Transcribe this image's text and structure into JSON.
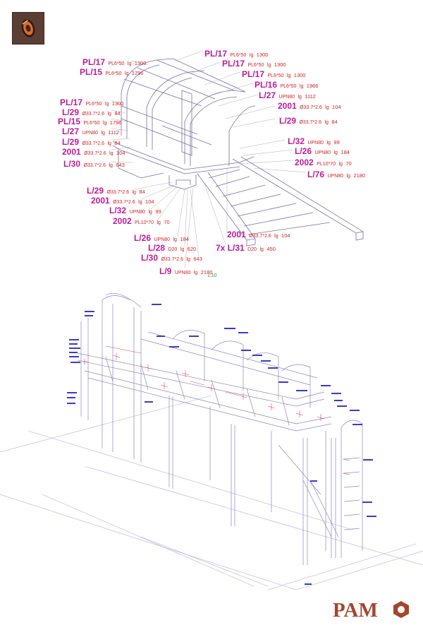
{
  "callouts": [
    {
      "code": "PL/17",
      "spec": "PL6*50",
      "lg": "lg",
      "len": "1300"
    },
    {
      "code": "PL/15",
      "spec": "PL6*50",
      "lg": "lg",
      "len": "1796"
    },
    {
      "code": "PL/17",
      "spec": "PL6*50",
      "lg": "lg",
      "len": "1300"
    },
    {
      "code": "PL/17",
      "spec": "PL6*50",
      "lg": "lg",
      "len": "1300"
    },
    {
      "code": "PL/17",
      "spec": "PL6*50",
      "lg": "lg",
      "len": "1300"
    },
    {
      "code": "PL/16",
      "spec": "PL6*50",
      "lg": "lg",
      "len": "1966"
    },
    {
      "code": "L/27",
      "spec": "UPN80",
      "lg": "lg",
      "len": "1112"
    },
    {
      "code": "PL/17",
      "spec": "PL6*50",
      "lg": "lg",
      "len": "1300"
    },
    {
      "code": "2001",
      "spec": "Ø33.7*2.6",
      "lg": "lg",
      "len": "104"
    },
    {
      "code": "L/29",
      "spec": "Ø33.7*2.6",
      "lg": "lg",
      "len": "84"
    },
    {
      "code": "PL/15",
      "spec": "PL6*50",
      "lg": "lg",
      "len": "1796"
    },
    {
      "code": "L/29",
      "spec": "Ø33.7*2.6",
      "lg": "lg",
      "len": "84"
    },
    {
      "code": "L/27",
      "spec": "UPN80",
      "lg": "lg",
      "len": "1112"
    },
    {
      "code": "L/32",
      "spec": "UPN80",
      "lg": "lg",
      "len": "99"
    },
    {
      "code": "L/29",
      "spec": "Ø33.7*2.6",
      "lg": "lg",
      "len": "84"
    },
    {
      "code": "L/26",
      "spec": "UPN80",
      "lg": "lg",
      "len": "184"
    },
    {
      "code": "2001",
      "spec": "Ø33.7*2.6",
      "lg": "lg",
      "len": "104"
    },
    {
      "code": "2002",
      "spec": "PL10*70",
      "lg": "lg",
      "len": "70"
    },
    {
      "code": "L/30",
      "spec": "Ø33.7*2.6",
      "lg": "lg",
      "len": "643"
    },
    {
      "code": "L/76",
      "spec": "UPN80",
      "lg": "lg",
      "len": "2180"
    },
    {
      "code": "L/29",
      "spec": "Ø33.7*2.6",
      "lg": "lg",
      "len": "84"
    },
    {
      "code": "2001",
      "spec": "Ø33.7*2.6",
      "lg": "lg",
      "len": "104"
    },
    {
      "code": "L/32",
      "spec": "UPN80",
      "lg": "lg",
      "len": "99"
    },
    {
      "code": "2002",
      "spec": "PL10*70",
      "lg": "lg",
      "len": "70"
    },
    {
      "code": "2001",
      "spec": "Ø33.7*2.6",
      "lg": "lg",
      "len": "104"
    },
    {
      "code": "L/26",
      "spec": "UPN80",
      "lg": "lg",
      "len": "184"
    },
    {
      "code": "7x L/31",
      "spec": "D20",
      "lg": "lg",
      "len": "450"
    },
    {
      "code": "L/28",
      "spec": "D20",
      "lg": "lg",
      "len": "620"
    },
    {
      "code": "L/30",
      "spec": "Ø33.7*2.6",
      "lg": "lg",
      "len": "643"
    },
    {
      "code": "L/9",
      "spec": "UPN80",
      "lg": "lg",
      "len": "2180"
    }
  ],
  "scale_note": "1:10",
  "brand": {
    "name": "PAM"
  },
  "colors": {
    "callout_code": "#c0199a",
    "callout_spec": "#d62020",
    "drawing_line": "#7a6fa8",
    "structure_line": "#9a8fc8",
    "weld_marks": "#e04060",
    "tag_text": "#3a3ad0",
    "brand": "#a5452b",
    "icon_bg": "#5a3e33",
    "icon_fg": "#e06a2a"
  },
  "icons": {
    "app": "hex-nut-icon",
    "brand_mark": "hexagon-o-icon"
  }
}
